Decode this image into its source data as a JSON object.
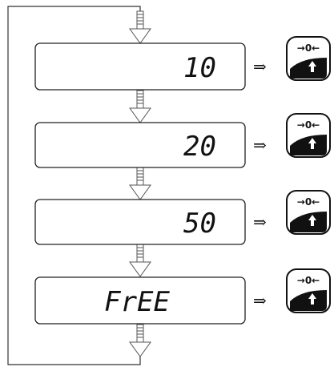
{
  "steps": [
    {
      "display": "10",
      "arrow": "⇒",
      "key_label": "→0←"
    },
    {
      "display": "20",
      "arrow": "⇒",
      "key_label": "→0←"
    },
    {
      "display": "50",
      "arrow": "⇒",
      "key_label": "→0←"
    },
    {
      "display": "FrEE",
      "arrow": "⇒",
      "key_label": "→0←"
    }
  ],
  "colors": {
    "line": "#333333",
    "display_border": "#222222",
    "key_fill": "#111111"
  }
}
